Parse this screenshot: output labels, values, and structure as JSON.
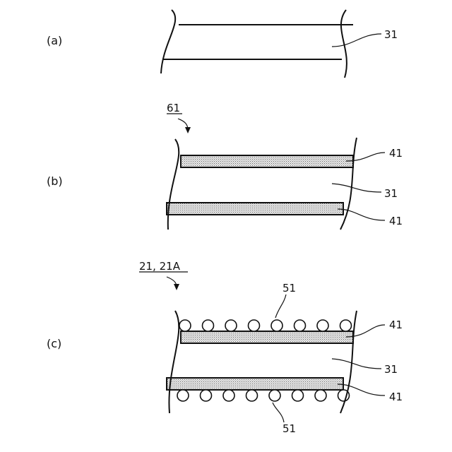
{
  "panels": {
    "a": {
      "label": "(a)",
      "ref_31": "31"
    },
    "b": {
      "label": "(b)",
      "title_ref": "61",
      "ref_41_top": "41",
      "ref_31": "31",
      "ref_41_bottom": "41"
    },
    "c": {
      "label": "(c)",
      "title_ref": "21, 21A",
      "ref_51_top": "51",
      "ref_41_top": "41",
      "ref_31": "31",
      "ref_41_bottom": "41",
      "ref_51_bottom": "51",
      "balls_per_row": 8
    }
  },
  "colors": {
    "line": "#111111",
    "shading": "#9a9a9a",
    "background": "#ffffff"
  }
}
